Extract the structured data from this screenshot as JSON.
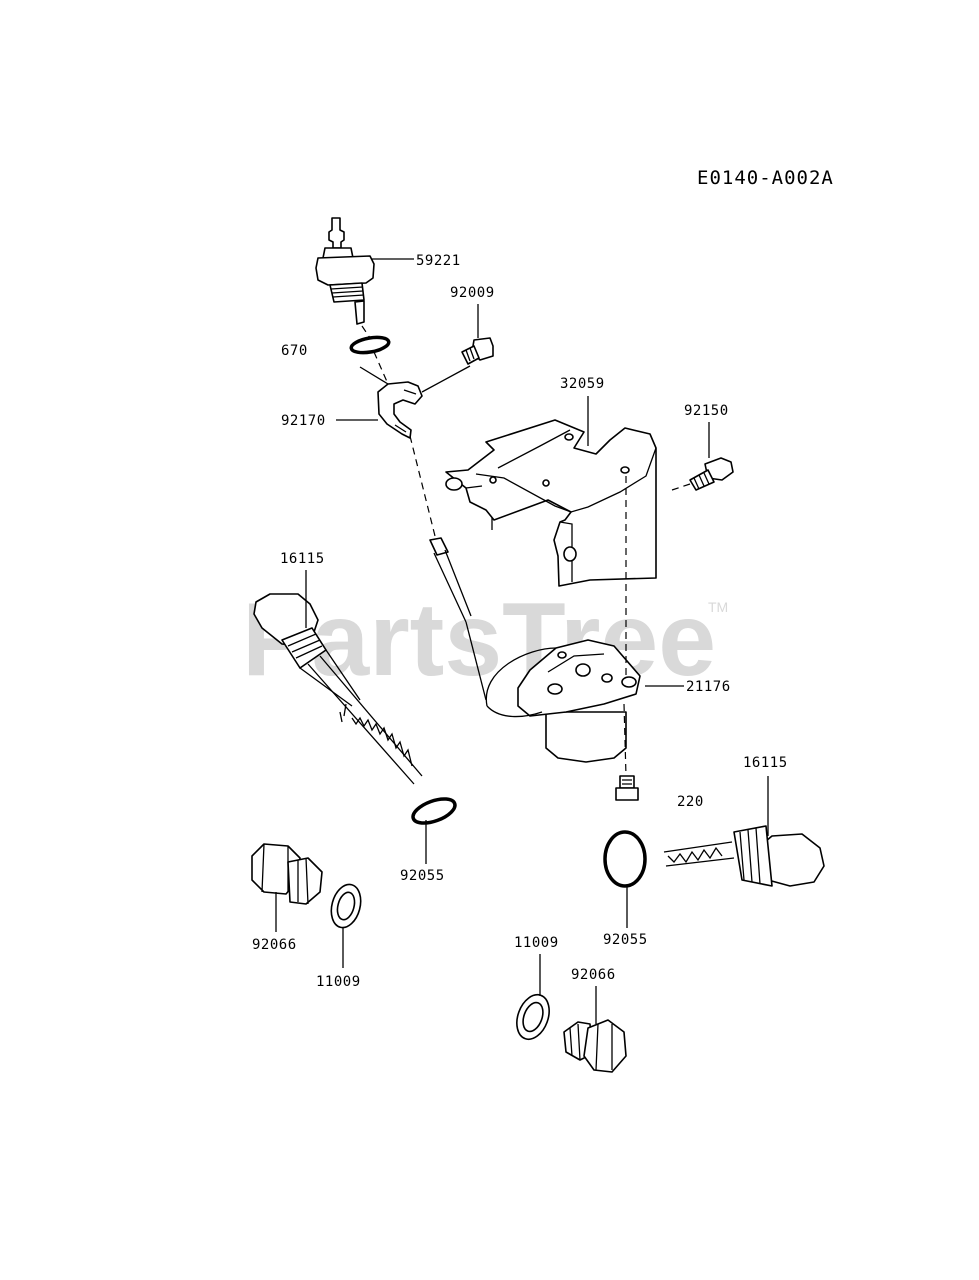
{
  "diagram": {
    "code": "E0140-A002A",
    "watermark": "PartsTree",
    "trademark": "TM",
    "callouts": {
      "p59221": "59221",
      "p92009": "92009",
      "p670": "670",
      "p92170": "92170",
      "p32059": "32059",
      "p92150": "92150",
      "p16115_left": "16115",
      "p21176": "21176",
      "p16115_right": "16115",
      "p220": "220",
      "p92055_left": "92055",
      "p92055_right": "92055",
      "p92066_left": "92066",
      "p11009_left": "11009",
      "p11009_right": "11009",
      "p92066_right": "92066"
    }
  }
}
